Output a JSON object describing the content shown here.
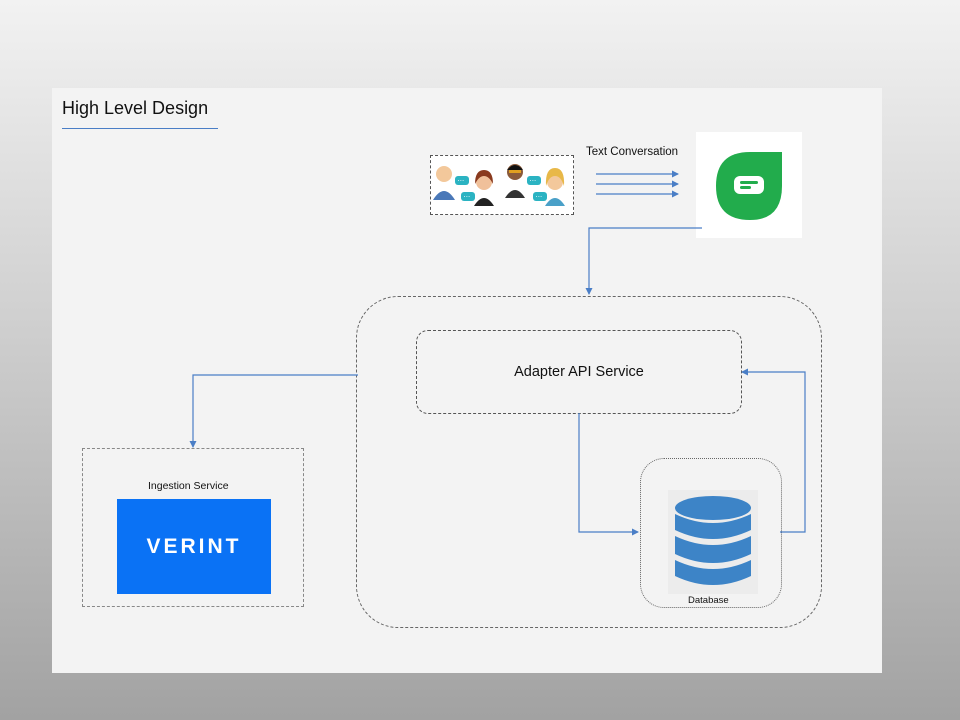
{
  "slide": {
    "title": "High Level Design"
  },
  "labels": {
    "text_conversation": "Text Conversation",
    "adapter_api_service": "Adapter API Service",
    "database": "Database",
    "ingestion_service": "Ingestion Service",
    "verint_logo": "VERINT"
  },
  "icons": {
    "agents": "agents-chat-icon",
    "messaging_app": "chat-bubble-icon",
    "database": "database-stack-icon"
  },
  "colors": {
    "connector": "#4a7ec6",
    "app_green": "#22ac4c",
    "verint_blue": "#0a72f5",
    "db_blue": "#3d84c7"
  }
}
